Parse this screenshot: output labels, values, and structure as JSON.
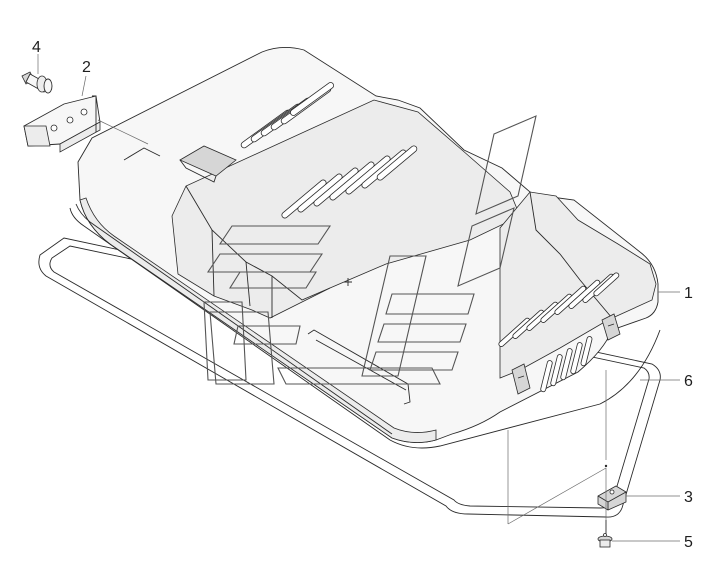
{
  "diagram": {
    "callouts": [
      {
        "id": "c4",
        "label": "4"
      },
      {
        "id": "c2",
        "label": "2"
      },
      {
        "id": "c1",
        "label": "1"
      },
      {
        "id": "c6",
        "label": "6"
      },
      {
        "id": "c3",
        "label": "3"
      },
      {
        "id": "c5",
        "label": "5"
      }
    ],
    "parts": [
      "cover",
      "hinge",
      "bolt-washer",
      "seal-gasket",
      "latch-bracket",
      "screw"
    ]
  }
}
